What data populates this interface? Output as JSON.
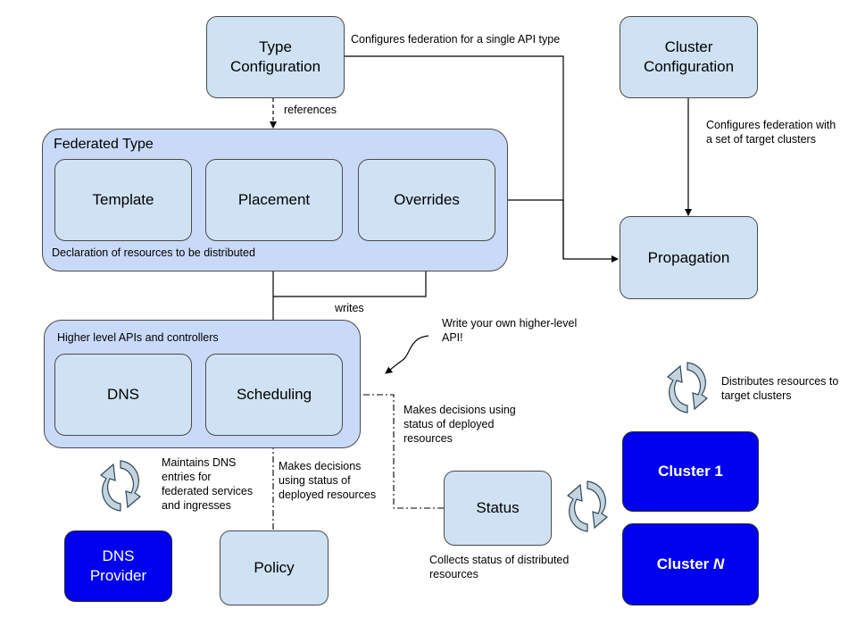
{
  "boxes": {
    "type_configuration": "Type\nConfiguration",
    "cluster_configuration": "Cluster\nConfiguration",
    "template": "Template",
    "placement": "Placement",
    "overrides": "Overrides",
    "propagation": "Propagation",
    "dns": "DNS",
    "scheduling": "Scheduling",
    "status": "Status",
    "dns_provider": "DNS\nProvider",
    "policy": "Policy",
    "cluster_1": "Cluster 1",
    "cluster_n_prefix": "Cluster ",
    "cluster_n_italic": "N"
  },
  "containers": {
    "federated_type_title": "Federated Type",
    "federated_type_caption": "Declaration of resources to be distributed",
    "higher_level_title": "Higher level APIs and controllers"
  },
  "labels": {
    "configures_single_api": "Configures federation for a single API type",
    "references": "references",
    "configures_clusters": "Configures federation with\na set of target clusters",
    "writes": "writes",
    "write_your_own": "Write your own higher-level\nAPI!",
    "distributes": "Distributes resources to\ntarget clusters",
    "decisions_status": "Makes decisions using\nstatus of deployed\nresources",
    "decisions_policy": "Makes decisions\nusing status of\ndeployed resources",
    "maintains_dns": "Maintains DNS\nentries for\nfederated services\nand ingresses",
    "collects_status": "Collects status of distributed\nresources"
  },
  "colors": {
    "box_fill": "#cfe2f3",
    "container_fill": "#c9daf8",
    "cluster_fill": "#0000ee",
    "cycle_fill": "#c5d3de"
  }
}
